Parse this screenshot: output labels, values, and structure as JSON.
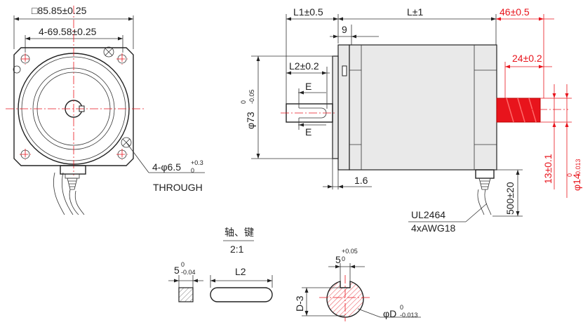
{
  "front_view": {
    "square_dim": "□85.85±0.25",
    "bolt_spacing": "4-69.58±0.25",
    "hole_label": "4-φ6.5",
    "hole_tol_upper": "+0.3",
    "hole_tol_lower": "0",
    "through_label": "THROUGH"
  },
  "side_view": {
    "l1": "L1±0.5",
    "l": "L±1",
    "rear_len": "46±0.5",
    "nine": "9",
    "l2": "L2±0.2",
    "e_top": "E",
    "e_bottom": "E",
    "pilot_dia": "φ73",
    "pilot_tol_upper": "0",
    "pilot_tol_lower": "-0.05",
    "flange_thk": "1.6",
    "rear_key_len": "24±0.2",
    "rear_key_depth": "13±0.1",
    "rear_shaft_dia": "φ14",
    "rear_shaft_tol_upper": "0",
    "rear_shaft_tol_lower": "-0.013",
    "lead_len": "500±20",
    "cable_type": "UL2464",
    "cable_gauge": "4xAWG18"
  },
  "detail": {
    "title": "轴、键",
    "scale": "2:1",
    "key_width": "5",
    "key_width_tol_upper": "0",
    "key_width_tol_lower": "-0.04",
    "key_len": "L2",
    "slot_width": "5",
    "slot_tol_upper": "+0.05",
    "slot_tol_lower": "0",
    "flat_depth": "D-3",
    "shaft_dia": "φD",
    "shaft_tol_upper": "0",
    "shaft_tol_lower": "-0.013"
  },
  "colors": {
    "dimension_red": "#e8141c",
    "line": "#222222",
    "body_fill": "#e9e9e9"
  }
}
